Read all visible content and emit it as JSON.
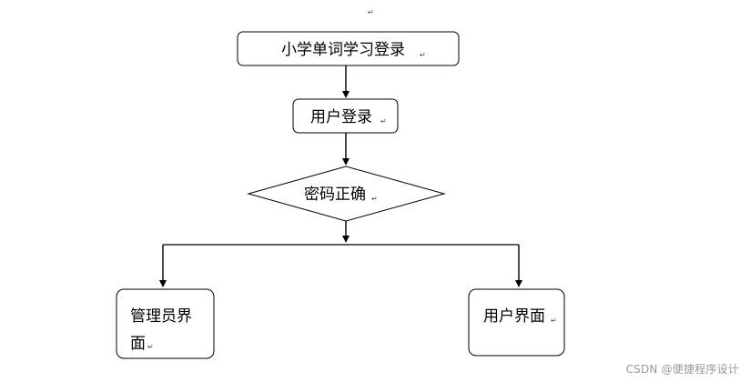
{
  "diagram": {
    "title_node": "小学单词学习登录",
    "login_node": "用户登录",
    "decision_node": "密码正确",
    "admin_node_line1": "管理员界",
    "admin_node_line2": "面",
    "user_node": "用户界面",
    "paragraph_mark": "↵"
  },
  "watermark": {
    "text": "CSDN @便捷程序设计"
  }
}
